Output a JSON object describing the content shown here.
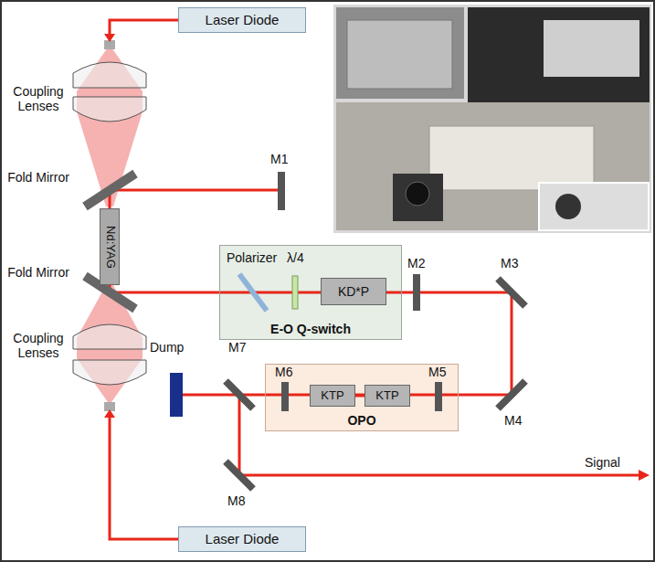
{
  "diagram": {
    "nodes": [
      {
        "text": [
          "Laser Diode"
        ]
      },
      {
        "text": [
          "Nd:YAG"
        ]
      },
      {
        "text": [
          "E-O Q-switch"
        ]
      },
      {
        "text": [
          "KD*P"
        ],
        "in": 2
      },
      {
        "text": [
          "OPO"
        ]
      },
      {
        "text": [
          "KTP"
        ],
        "in": 4
      },
      {
        "text": [
          "KTP"
        ],
        "in": 4
      },
      {
        "text": [
          "Laser Diode"
        ]
      }
    ],
    "edges": [
      {
        "from": 5,
        "to": 6,
        "arrow": "none"
      }
    ],
    "labels": [
      "Coupling Lenses",
      "Fold Mirror",
      "M1",
      "Fold Mirror",
      "Coupling Lenses",
      "Polarizer",
      "λ/4",
      "M2",
      "M3",
      "Dump",
      "M7",
      "M6",
      "M5",
      "M4",
      "M8",
      "Signal"
    ]
  }
}
